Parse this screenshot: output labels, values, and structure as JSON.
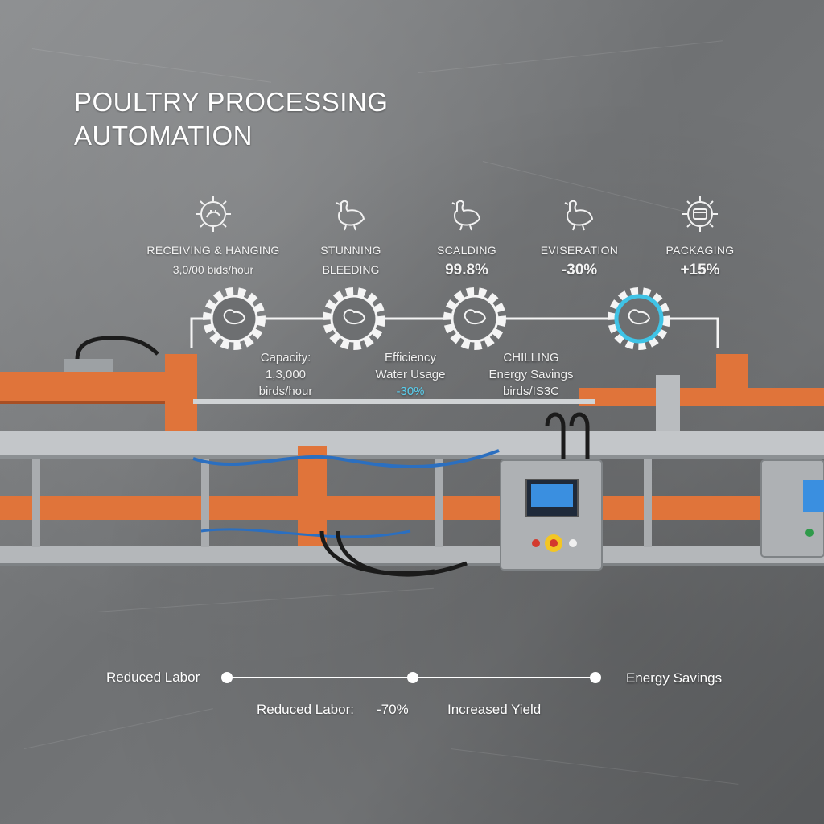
{
  "title_line1": "POULTRY PROCESSING",
  "title_line2": "AUTOMATION",
  "stages": [
    {
      "name": "RECEIVING & HANGING",
      "sub": "3,0/00 bids/hour",
      "icon": "gear-chicken-icon"
    },
    {
      "name": "STUNNING",
      "sub": "BLEEDING",
      "icon": "chicken-icon"
    },
    {
      "name": "SCALDING",
      "value": "99.8%",
      "icon": "chicken-icon"
    },
    {
      "name": "EVISERATION",
      "value": "-30%",
      "icon": "chicken-icon"
    },
    {
      "name": "PACKAGING",
      "value": "+15%",
      "icon": "gear-package-icon"
    }
  ],
  "flow_notes": {
    "capacity_label": "Capacity:",
    "capacity_value": "1,3,000",
    "capacity_unit": "birds/hour",
    "efficiency_label": "Efficiency",
    "water_label": "Water Usage",
    "water_value": "-30%",
    "chilling_label": "CHILLING",
    "energy_label": "Energy Savings",
    "energy_value": "birds/IS3C"
  },
  "timeline": {
    "left_label": "Reduced Labor",
    "right_label": "Energy Savings",
    "reduced_labor_label": "Reduced Labor:",
    "reduced_labor_value": "-70%",
    "yield_label": "Increased Yield"
  },
  "colors": {
    "frame_orange": "#e0743a",
    "steel": "#b9bcbf",
    "accent_cyan": "#3fc3e6",
    "background": "#777a7c"
  }
}
